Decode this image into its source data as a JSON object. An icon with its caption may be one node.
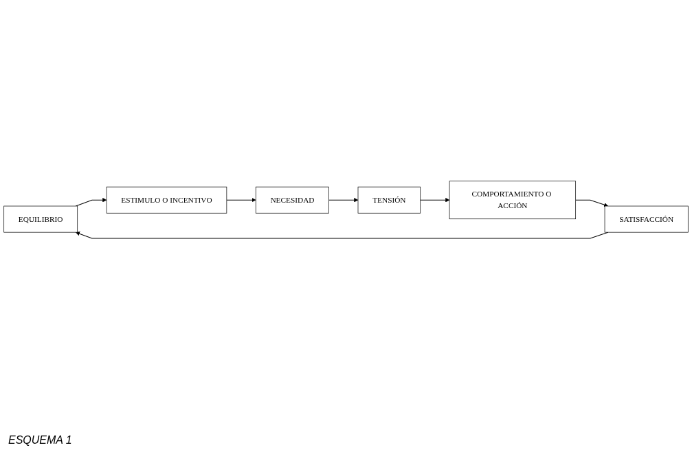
{
  "diagram": {
    "caption": "ESQUEMA 1",
    "nodes": [
      {
        "text": [
          "EQUILIBRIO"
        ]
      },
      {
        "text": [
          "ESTIMULO O INCENTIVO"
        ]
      },
      {
        "text": [
          "NECESIDAD"
        ]
      },
      {
        "text": [
          "TENSIÓN"
        ]
      },
      {
        "text": [
          "COMPORTAMIENTO O ACCIÓN"
        ]
      },
      {
        "text": [
          "SATISFACCIÓN"
        ]
      }
    ],
    "edges": [
      {
        "from": 0,
        "to": 1,
        "arrow": "to"
      },
      {
        "from": 1,
        "to": 2,
        "arrow": "to"
      },
      {
        "from": 2,
        "to": 3,
        "arrow": "to"
      },
      {
        "from": 3,
        "to": 4,
        "arrow": "to"
      },
      {
        "from": 4,
        "to": 5,
        "arrow": "to"
      },
      {
        "from": 5,
        "to": 0,
        "arrow": "to"
      }
    ]
  }
}
